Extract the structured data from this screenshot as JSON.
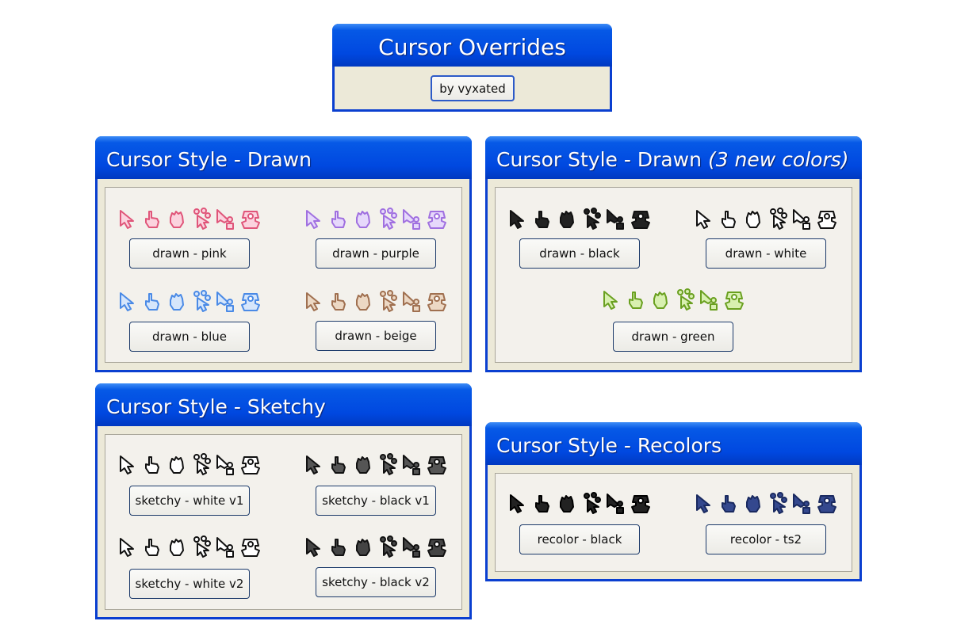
{
  "header": {
    "title": "Cursor Overrides",
    "author_button": "by vyxated"
  },
  "panels": {
    "drawn": {
      "title": "Cursor Style - Drawn",
      "buttons": [
        "drawn - pink",
        "drawn - purple",
        "drawn - blue",
        "drawn - beige"
      ]
    },
    "drawn_new": {
      "title": "Cursor Style - Drawn",
      "title_suffix": "(3 new colors)",
      "buttons": [
        "drawn - black",
        "drawn - white",
        "drawn - green"
      ]
    },
    "sketchy": {
      "title": "Cursor Style - Sketchy",
      "buttons": [
        "sketchy - white v1",
        "sketchy - black v1",
        "sketchy - white v2",
        "sketchy - black v2"
      ]
    },
    "recolors": {
      "title": "Cursor Style - Recolors",
      "buttons": [
        "recolor - black",
        "recolor - ts2"
      ]
    }
  },
  "icon_sets": [
    {
      "id": "pink",
      "stroke": "#e0567a",
      "fill": "#fbd3de"
    },
    {
      "id": "purple",
      "stroke": "#a070e0",
      "fill": "#e6d8fb"
    },
    {
      "id": "blue",
      "stroke": "#4a8ae6",
      "fill": "#d6e6fb"
    },
    {
      "id": "beige",
      "stroke": "#a07050",
      "fill": "#ecd8c4"
    },
    {
      "id": "black",
      "stroke": "#111111",
      "fill": "#222222"
    },
    {
      "id": "white",
      "stroke": "#111111",
      "fill": "#ffffff"
    },
    {
      "id": "green",
      "stroke": "#6aa020",
      "fill": "#d8f0b0"
    },
    {
      "id": "sketchy-white-v1",
      "stroke": "#111111",
      "fill": "#ffffff"
    },
    {
      "id": "sketchy-black-v1",
      "stroke": "#111111",
      "fill": "#555555"
    },
    {
      "id": "sketchy-white-v2",
      "stroke": "#111111",
      "fill": "#ffffff"
    },
    {
      "id": "sketchy-black-v2",
      "stroke": "#111111",
      "fill": "#444444"
    },
    {
      "id": "recolor-black",
      "stroke": "#000000",
      "fill": "#222222"
    },
    {
      "id": "recolor-ts2",
      "stroke": "#1a2a60",
      "fill": "#34488e"
    }
  ],
  "icon_names": [
    "arrow-cursor-icon",
    "hand-pointer-icon",
    "open-hand-icon",
    "busy-cursor-icon",
    "person-select-icon",
    "move-cursor-icon"
  ]
}
